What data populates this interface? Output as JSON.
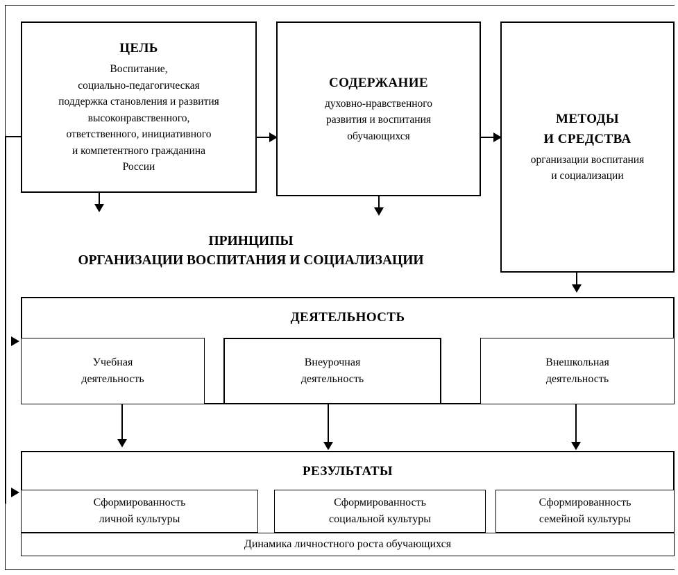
{
  "diagram": {
    "title_blocks": {
      "goal": {
        "heading": "ЦЕЛЬ",
        "lines": [
          "Воспитание,",
          "социально-педагогическая",
          "поддержка становления и развития",
          "высоконравственного,",
          "ответственного, инициативного",
          "и компетентного гражданина",
          "России"
        ]
      },
      "content": {
        "heading": "СОДЕРЖАНИЕ",
        "lines": [
          "духовно-нравственного",
          "развития и воспитания",
          "обучающихся"
        ]
      },
      "methods": {
        "heading_line1": "МЕТОДЫ",
        "heading_line2": "И СРЕДСТВА",
        "lines": [
          "организации воспитания",
          "и социализации"
        ]
      }
    },
    "principles": {
      "line1": "ПРИНЦИПЫ",
      "line2": "ОРГАНИЗАЦИИ ВОСПИТАНИЯ И СОЦИАЛИЗАЦИИ"
    },
    "activity": {
      "heading": "ДЕЯТЕЛЬНОСТЬ",
      "items": [
        {
          "line1": "Учебная",
          "line2": "деятельность"
        },
        {
          "line1": "Внеурочная",
          "line2": "деятельность"
        },
        {
          "line1": "Внешкольная",
          "line2": "деятельность"
        }
      ]
    },
    "results": {
      "heading": "РЕЗУЛЬТАТЫ",
      "items": [
        {
          "line1": "Сформированность",
          "line2": "личной культуры"
        },
        {
          "line1": "Сформированность",
          "line2": "социальной культуры"
        },
        {
          "line1": "Сформированность",
          "line2": "семейной культуры"
        }
      ],
      "footer": "Динамика личностного роста обучающихся"
    },
    "colors": {
      "stroke": "#000000",
      "background": "#ffffff"
    }
  }
}
